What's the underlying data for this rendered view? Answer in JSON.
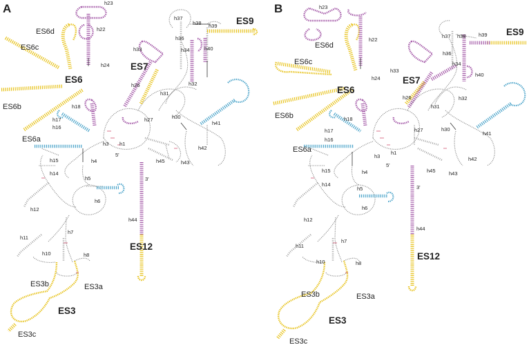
{
  "panels": [
    {
      "letter": "A",
      "helix_labels": {
        "h1": "h1",
        "h3": "h3",
        "h4": "h4",
        "h5": "h5",
        "h6": "h6",
        "h7": "h7",
        "h8": "h8",
        "h10": "h10",
        "h11": "h11",
        "h12": "h12",
        "h14": "h14",
        "h15": "h15",
        "h16": "h16",
        "h17": "h17",
        "h18": "h18",
        "h22": "h22",
        "h23": "h23",
        "h24": "h24",
        "h26": "h26",
        "h27": "h27",
        "h30": "h30",
        "h31": "h31",
        "h32": "h32",
        "h33": "h33",
        "h34": "h34",
        "h36": "h36",
        "h37": "h37",
        "h38": "h38",
        "h39": "h39",
        "h40": "h40",
        "h41": "h41",
        "h42": "h42",
        "h43": "h43",
        "h44": "h44",
        "h45": "h45"
      },
      "es_small": {
        "ES6d": "ES6d",
        "ES6c": "ES6c",
        "ES6b": "ES6b",
        "ES6a": "ES6a",
        "ES3b": "ES3b",
        "ES3a": "ES3a",
        "ES3c": "ES3c"
      },
      "es_big": {
        "ES6": "ES6",
        "ES7": "ES7",
        "ES9": "ES9",
        "ES12": "ES12",
        "ES3": "ES3"
      },
      "ends": {
        "five": "5'",
        "three": "3'"
      }
    },
    {
      "letter": "B",
      "helix_labels": {
        "h1": "h1",
        "h3": "h3",
        "h4": "h4",
        "h5": "h5",
        "h6": "h6",
        "h7": "h7",
        "h8": "h8",
        "h10": "h10",
        "h11": "h11",
        "h12": "h12",
        "h14": "h14",
        "h15": "h15",
        "h16": "h16",
        "h17": "h17",
        "h18": "h18",
        "h22": "h22",
        "h23": "h23",
        "h24": "h24",
        "h26": "h26",
        "h27": "h27",
        "h30": "h30",
        "h31": "h31",
        "h32": "h32",
        "h33": "h33",
        "h34": "h34",
        "h36": "h36",
        "h37": "h37",
        "h38": "h38",
        "h39": "h39",
        "h40": "h40",
        "h41": "h41",
        "h42": "h42",
        "h43": "h43",
        "h44": "h44",
        "h45": "h45"
      },
      "es_small": {
        "ES6d": "ES6d",
        "ES6c": "ES6c",
        "ES6b": "ES6b",
        "ES6a": "ES6a",
        "ES3b": "ES3b",
        "ES3a": "ES3a",
        "ES3c": "ES3c"
      },
      "es_big": {
        "ES6": "ES6",
        "ES7": "ES7",
        "ES9": "ES9",
        "ES12": "ES12",
        "ES3": "ES3"
      },
      "ends": {
        "five": "5'",
        "three": "3'"
      }
    }
  ],
  "colors": {
    "expansion_segment_yellow": "#e7c21a",
    "helix_purple": "#a45aa8",
    "helix_blue": "#4aa3c9",
    "core_gray": "#8a8a8a"
  }
}
